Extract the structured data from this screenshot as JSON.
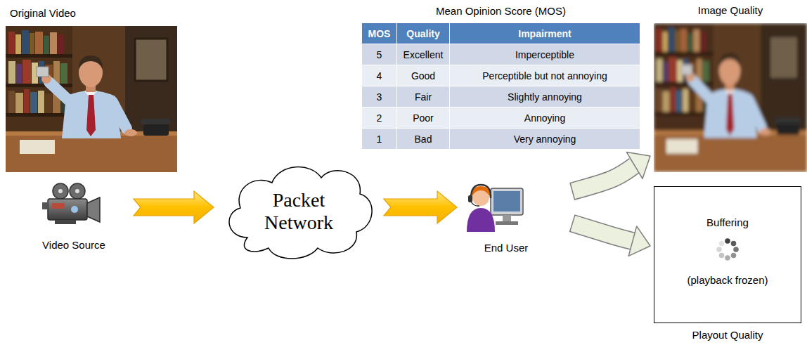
{
  "diagram": {
    "nodes": [
      {
        "text": [
          "Original Video"
        ]
      },
      {
        "text": [
          "Video Source"
        ]
      },
      {
        "text": [
          "Packet Network"
        ]
      },
      {
        "text": [
          "End User"
        ]
      },
      {
        "text": [
          "Image Quality"
        ]
      },
      {
        "text": [
          "Buffering",
          "(playback frozen)",
          "Playout Quality"
        ]
      }
    ],
    "edges": [
      {
        "from": 1,
        "to": 2,
        "arrow": "to"
      },
      {
        "from": 2,
        "to": 3,
        "arrow": "to"
      },
      {
        "from": 3,
        "to": 4,
        "arrow": "to"
      },
      {
        "from": 3,
        "to": 5,
        "arrow": "to"
      }
    ],
    "labels": [
      "Mean Opinion Score (MOS)",
      "MOS",
      "Quality",
      "Impairment",
      "5",
      "Excellent",
      "Imperceptible",
      "4",
      "Good",
      "Perceptible but not annoying",
      "3",
      "Fair",
      "Slightly annoying",
      "2",
      "Poor",
      "Annoying",
      "1",
      "Bad",
      "Very annoying"
    ]
  }
}
